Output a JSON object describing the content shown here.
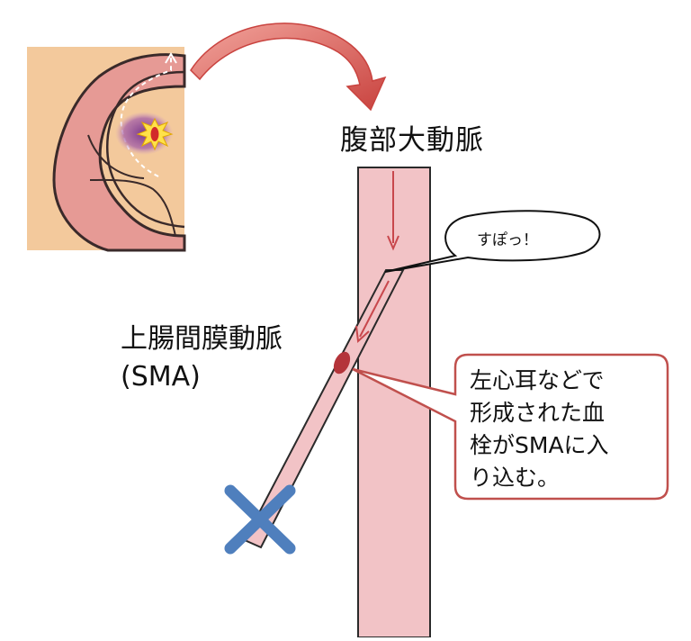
{
  "labels": {
    "aorta": "腹部大動脈",
    "sma_line1": "上腸間膜動脈",
    "sma_line2": "(SMA)",
    "speech": "すぽっ！",
    "callout_line1": "左心耳などで",
    "callout_line2": "形成された血",
    "callout_line3": "栓がSMAに入",
    "callout_line4": "り込む。"
  },
  "colors": {
    "vessel_fill": "#f2c3c6",
    "vessel_stroke": "#2a2a2a",
    "flow_arrow": "#c8474c",
    "thrombus": "#b4343a",
    "callout_border": "#c0504d",
    "cross": "#4f7fbd",
    "curved_arrow": "#c9433f",
    "heart_bg": "#f3c99c",
    "heart_wall": "#e69a95"
  },
  "icons": {
    "occlusion_marker": "x-cross-icon",
    "heart": "heart-illustration-icon",
    "thrombus": "thrombus-icon"
  }
}
